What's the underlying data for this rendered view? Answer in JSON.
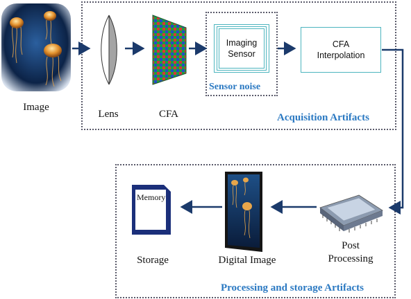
{
  "top_stage": {
    "image_label": "Image",
    "lens_label": "Lens",
    "cfa_label": "CFA",
    "imaging_sensor": "Imaging Sensor",
    "sensor_noise": "Sensor noise",
    "cfa_interpolation": "CFA Interpolation",
    "group_label": "Acquisition Artifacts"
  },
  "bottom_stage": {
    "post_processing": "Post Processing",
    "digital_image": "Digital Image",
    "storage": "Storage",
    "memory": "Memory",
    "group_label": "Processing and storage Artifacts"
  },
  "colors": {
    "arrow": "#1b3a6b",
    "accent_text": "#2b79c2",
    "box_border": "#4bb4be"
  }
}
